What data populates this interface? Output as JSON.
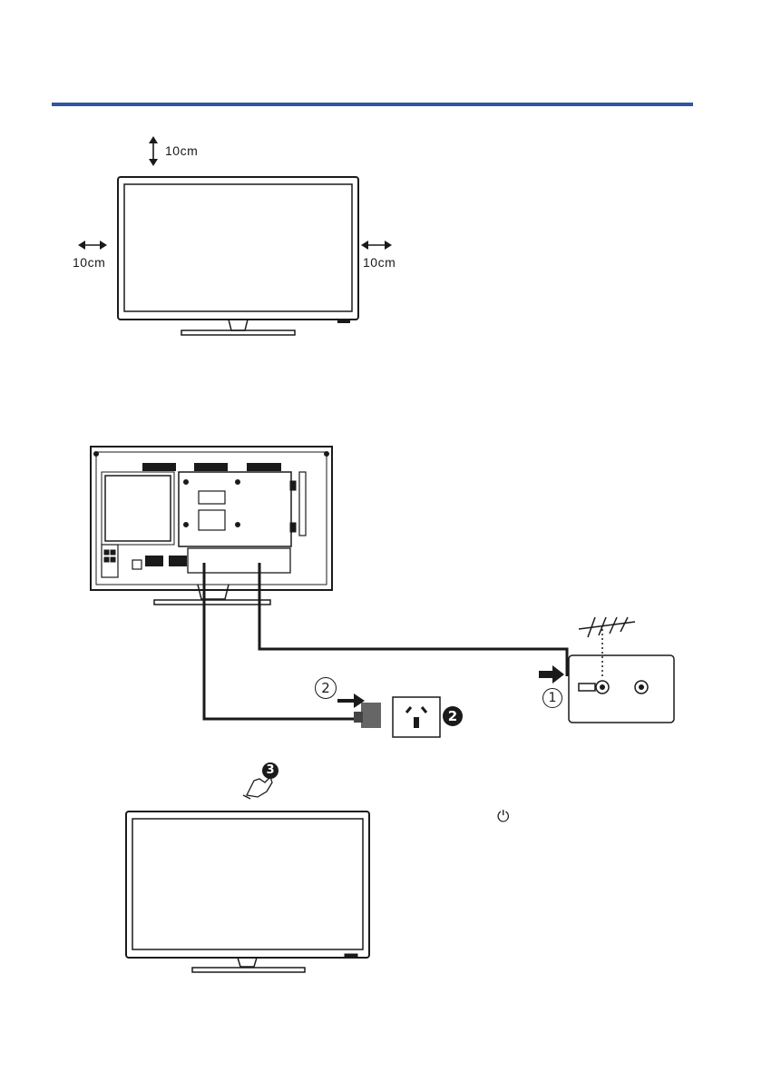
{
  "clearance": {
    "top_label": "10cm",
    "left_label": "10cm",
    "right_label": "10cm"
  },
  "connection": {
    "step1_marker": "1",
    "step2_marker": "2",
    "outlet_marker": "2"
  },
  "power_on": {
    "step3_marker": "3",
    "power_symbol": "⏻"
  },
  "colors": {
    "rule": "#2f55a4",
    "line": "#1a1a1a"
  }
}
